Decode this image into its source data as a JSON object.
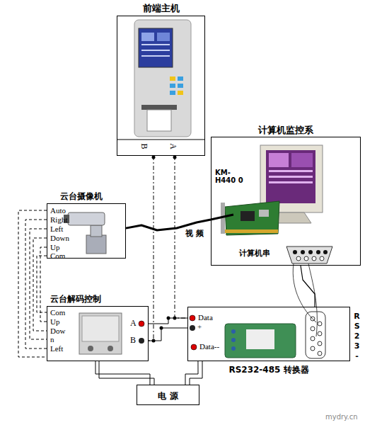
{
  "diagram": {
    "nodes": [
      {
        "text": [
          "前端主机"
        ]
      },
      {
        "text": [
          "计算机监控系"
        ]
      },
      {
        "text": [
          "云台摄像机"
        ]
      },
      {
        "text": [
          "云台解码控制"
        ]
      },
      {
        "text": [
          "RS232-485 转换器"
        ]
      },
      {
        "text": [
          "电 源"
        ]
      }
    ],
    "edges": [
      {
        "from": 0,
        "to": 3,
        "arrow": "none"
      },
      {
        "from": 0,
        "to": 4,
        "arrow": "none"
      },
      {
        "from": 3,
        "to": 4,
        "arrow": "none"
      },
      {
        "from": 2,
        "to": 1,
        "label": "视 频",
        "arrow": "none"
      },
      {
        "from": 2,
        "to": 3,
        "arrow": "none"
      },
      {
        "from": 3,
        "to": 5,
        "arrow": "none"
      },
      {
        "from": 4,
        "to": 5,
        "arrow": "none"
      },
      {
        "from": 4,
        "to": 1,
        "arrow": "none"
      }
    ],
    "labels": [
      "B",
      "A",
      "KM-H440 0",
      "计算机串",
      "Auto",
      "Right",
      "Left",
      "Down",
      "Up",
      "Com",
      "Com",
      "Up",
      "Dow n",
      "Left",
      "A",
      "B",
      "Data",
      "+",
      "Data--",
      "RS23-",
      "mydry.cn"
    ]
  }
}
